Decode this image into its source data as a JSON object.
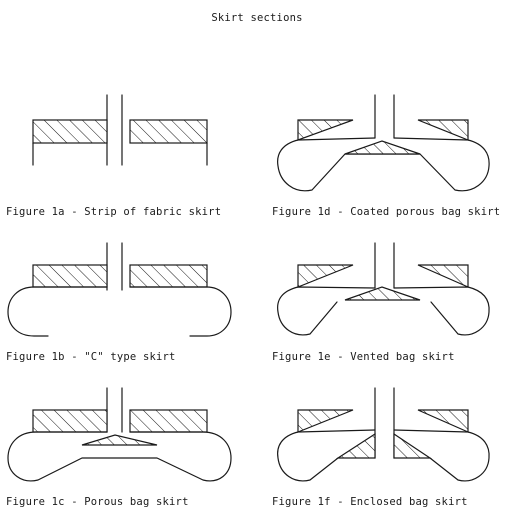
{
  "title": "Skirt sections",
  "figures": {
    "1a": "Figure 1a - Strip of fabric skirt",
    "1b": "Figure 1b - \"C\" type skirt",
    "1c": "Figure 1c - Porous bag skirt",
    "1d": "Figure 1d - Coated porous bag skirt",
    "1e": "Figure 1e - Vented bag skirt",
    "1f": "Figure 1f - Enclosed bag skirt"
  },
  "colors": {
    "ink": "#1a1a1a",
    "background": "#ffffff"
  }
}
